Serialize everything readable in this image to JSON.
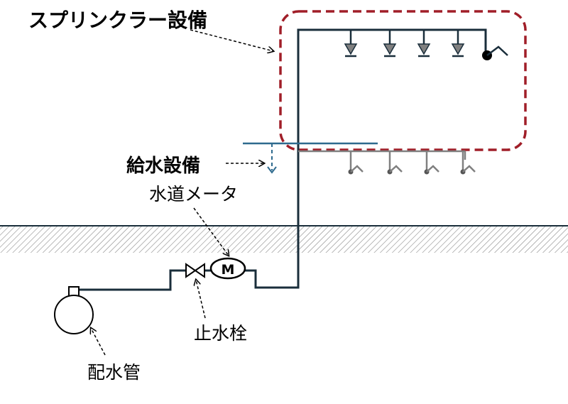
{
  "labels": {
    "sprinkler": "スプリンクラー設備",
    "water_supply": "給水設備",
    "water_meter": "水道メータ",
    "meter_symbol": "M",
    "stop_valve": "止水栓",
    "distribution_main": "配水管"
  },
  "colors": {
    "pipe_main": "#1a2e3b",
    "pipe_blue": "#2e6a8e",
    "pipe_gray": "#808080",
    "dashed_region": "#a01e28",
    "ground_hatch": "#8a8a8a",
    "head_gray": "#808080"
  },
  "icons": {
    "sprinkler_head": "downward-triangle-head",
    "end_head": "filled-circle-head",
    "faucet": "faucet-icon",
    "valve": "gate-valve-icon",
    "meter": "meter-icon",
    "main_pipe": "circle-pipe-icon"
  }
}
